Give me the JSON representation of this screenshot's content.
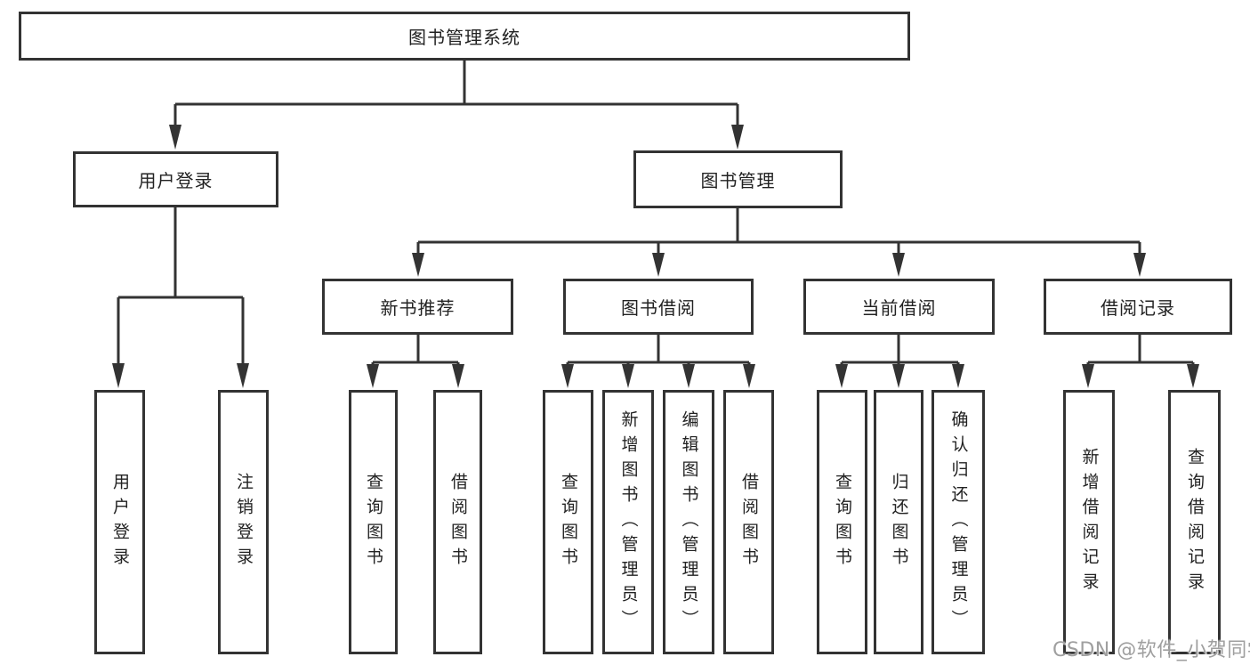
{
  "diagram": {
    "root": {
      "label": "图书管理系统"
    },
    "level2": {
      "user_login": {
        "label": "用户登录"
      },
      "book_management": {
        "label": "图书管理"
      }
    },
    "level3": {
      "new_book_recommend": {
        "label": "新书推荐"
      },
      "book_borrow": {
        "label": "图书借阅"
      },
      "current_borrow": {
        "label": "当前借阅"
      },
      "borrow_records": {
        "label": "借阅记录"
      }
    },
    "leaves": {
      "login_user_login": {
        "label": "用户登录"
      },
      "login_logout": {
        "label": "注销登录"
      },
      "recommend_query_books": {
        "label": "查询图书"
      },
      "recommend_borrow_books": {
        "label": "借阅图书"
      },
      "borrow_query_books": {
        "label": "查询图书"
      },
      "borrow_add_books_admin": {
        "label": "新增图书（管理员）"
      },
      "borrow_edit_books_admin": {
        "label": "编辑图书（管理员）"
      },
      "borrow_borrow_books": {
        "label": "借阅图书"
      },
      "current_query_books": {
        "label": "查询图书"
      },
      "current_return_books": {
        "label": "归还图书"
      },
      "current_confirm_return_admin": {
        "label": "确认归还（管理员）"
      },
      "records_add_record": {
        "label": "新增借阅记录"
      },
      "records_query_record": {
        "label": "查询借阅记录"
      }
    },
    "colors": {
      "line": "#333333",
      "box_border": "#333333",
      "text": "#222222",
      "watermark_gray": "#9f9f9f",
      "background": "#ffffff"
    }
  },
  "watermark": {
    "text": "CSDN @软件_小贺同学"
  }
}
